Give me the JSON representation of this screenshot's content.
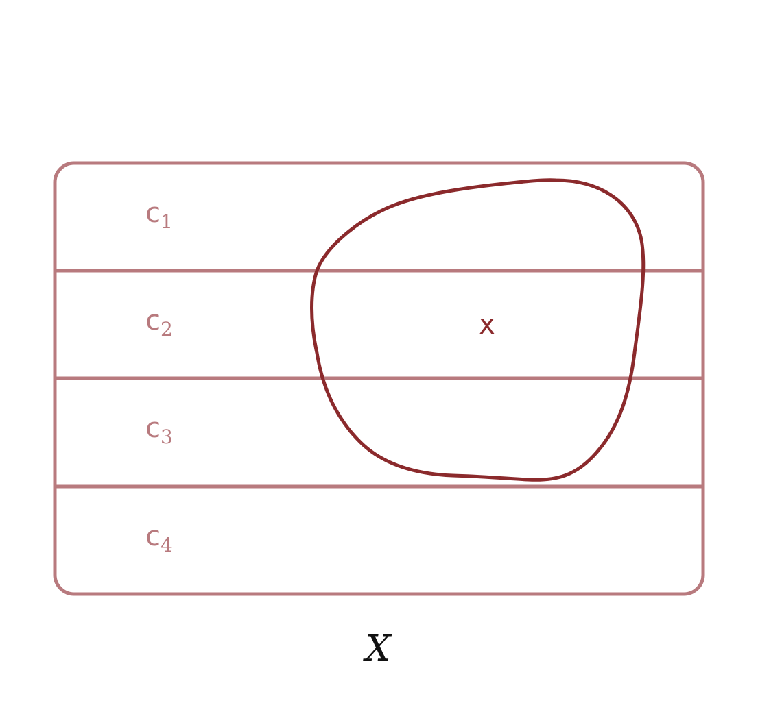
{
  "colors": {
    "partition_stroke": "#b87a7e",
    "blob_stroke": "#8b2a2c",
    "point_label": "#8b2a2c",
    "class_label": "#b87a7e",
    "set_label": "#111111",
    "background": "#ffffff"
  },
  "classes": [
    {
      "letter": "c",
      "index": "1"
    },
    {
      "letter": "c",
      "index": "2"
    },
    {
      "letter": "c",
      "index": "3"
    },
    {
      "letter": "c",
      "index": "4"
    }
  ],
  "point": {
    "label": "x"
  },
  "set": {
    "label": "X"
  }
}
